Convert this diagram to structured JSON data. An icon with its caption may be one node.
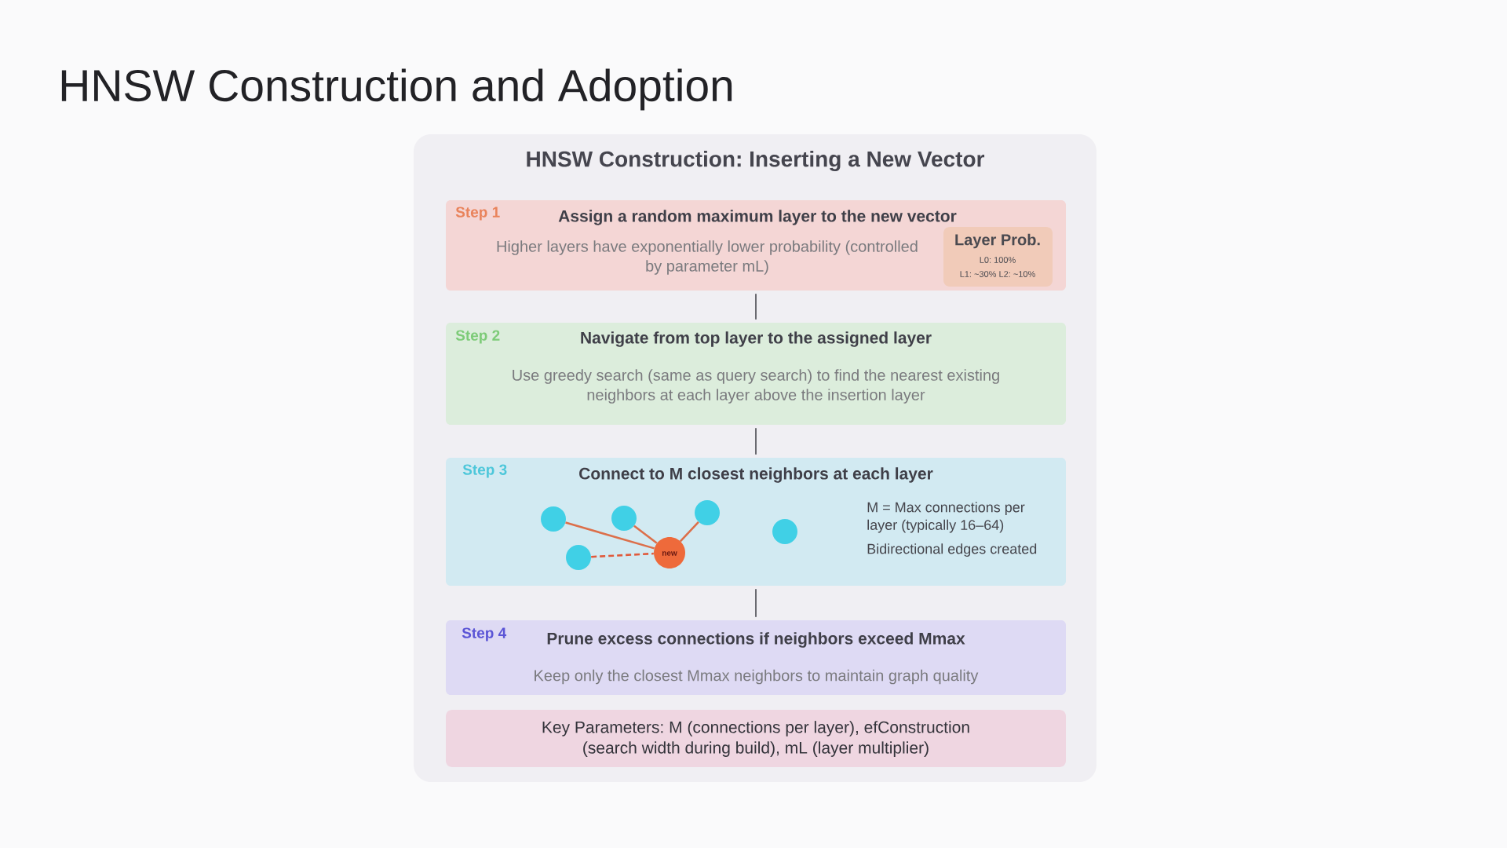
{
  "diagram": {
    "title": "HNSW Construction and Adoption",
    "nodes": [
      {
        "text": [
          "HNSW Construction: Inserting a New Vector"
        ]
      },
      {
        "text": [
          "Step 1",
          "Assign a random maximum layer to the new vector",
          "Higher layers have exponentially lower probability (controlled by parameter mL)"
        ],
        "in": 0
      },
      {
        "text": [
          "Layer Prob.",
          "L0: 100%",
          "L1: ~30% L2: ~10%"
        ],
        "in": 1
      },
      {
        "text": [
          "Step 2",
          "Navigate from top layer to the assigned layer",
          "Use greedy search (same as query search) to find the nearest existing neighbors at each layer above the insertion layer"
        ],
        "in": 0
      },
      {
        "text": [
          "Step 3",
          "Connect to M closest neighbors at each layer",
          "M = Max connections per layer (typically 16–64)",
          "Bidirectional edges created"
        ],
        "in": 0
      },
      {
        "text": [],
        "shape": "circle",
        "in": 4
      },
      {
        "text": [],
        "shape": "circle",
        "in": 4
      },
      {
        "text": [],
        "shape": "circle",
        "in": 4
      },
      {
        "text": [],
        "shape": "circle",
        "in": 4
      },
      {
        "text": [],
        "shape": "circle",
        "in": 4
      },
      {
        "text": [
          "new"
        ],
        "in": 4
      },
      {
        "text": [
          "Step 4",
          "Prune excess connections if neighbors exceed Mmax",
          "Keep only the closest Mmax neighbors to maintain graph quality"
        ],
        "in": 0
      },
      {
        "text": [
          "Key Parameters: M (connections per layer), efConstruction (search width during build), mL (layer multiplier)"
        ],
        "in": 0
      }
    ],
    "edges": [
      {
        "from": 1,
        "to": 3,
        "arrow": "none"
      },
      {
        "from": 3,
        "to": 4,
        "arrow": "none"
      },
      {
        "from": 4,
        "to": 11,
        "arrow": "none"
      },
      {
        "from": 5,
        "to": 10,
        "arrow": "none",
        "color": "#dc6f4a"
      },
      {
        "from": 6,
        "to": 10,
        "arrow": "none",
        "color": "#dc6f4a"
      },
      {
        "from": 7,
        "to": 10,
        "arrow": "none",
        "color": "#dc6f4a"
      },
      {
        "from": 8,
        "to": 10,
        "arrow": "none",
        "style": "dashed",
        "color": "#e05a3c"
      }
    ]
  }
}
